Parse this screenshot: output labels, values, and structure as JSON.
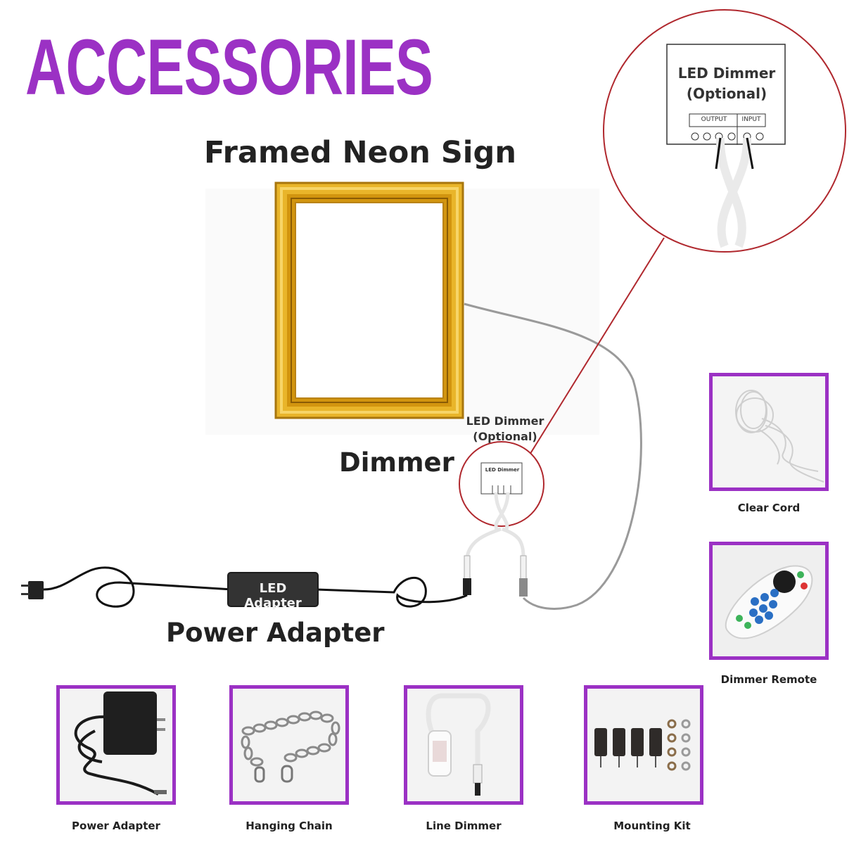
{
  "title": "ACCESSORIES",
  "labels": {
    "framed_sign": "Framed Neon Sign",
    "dimmer": "Dimmer",
    "power_adapter": "Power Adapter",
    "small_dimmer_line1": "LED Dimmer",
    "small_dimmer_line2": "(Optional)",
    "adapter_box": "LED Adapter"
  },
  "zoom": {
    "line1": "LED Dimmer",
    "line2": "(Optional)",
    "output": "OUTPUT",
    "input": "INPUT",
    "small_box_label": "LED Dimmer"
  },
  "accessories": [
    {
      "id": "clear-cord",
      "caption": "Clear Cord",
      "icon": "clear-cord-coil"
    },
    {
      "id": "dimmer-remote",
      "caption": "Dimmer Remote",
      "icon": "remote-control"
    },
    {
      "id": "power-adapter",
      "caption": "Power Adapter",
      "icon": "power-brick"
    },
    {
      "id": "hanging-chain",
      "caption": "Hanging Chain",
      "icon": "chain"
    },
    {
      "id": "line-dimmer",
      "caption": "Line Dimmer",
      "icon": "inline-dimmer"
    },
    {
      "id": "mounting-kit",
      "caption": "Mounting Kit",
      "icon": "standoff-screws"
    }
  ],
  "colors": {
    "accent": "#9b31c4",
    "frame_gold": "#d9a21c",
    "zoom_circle": "#b0282e",
    "cord_gray": "#9a9a9a"
  }
}
